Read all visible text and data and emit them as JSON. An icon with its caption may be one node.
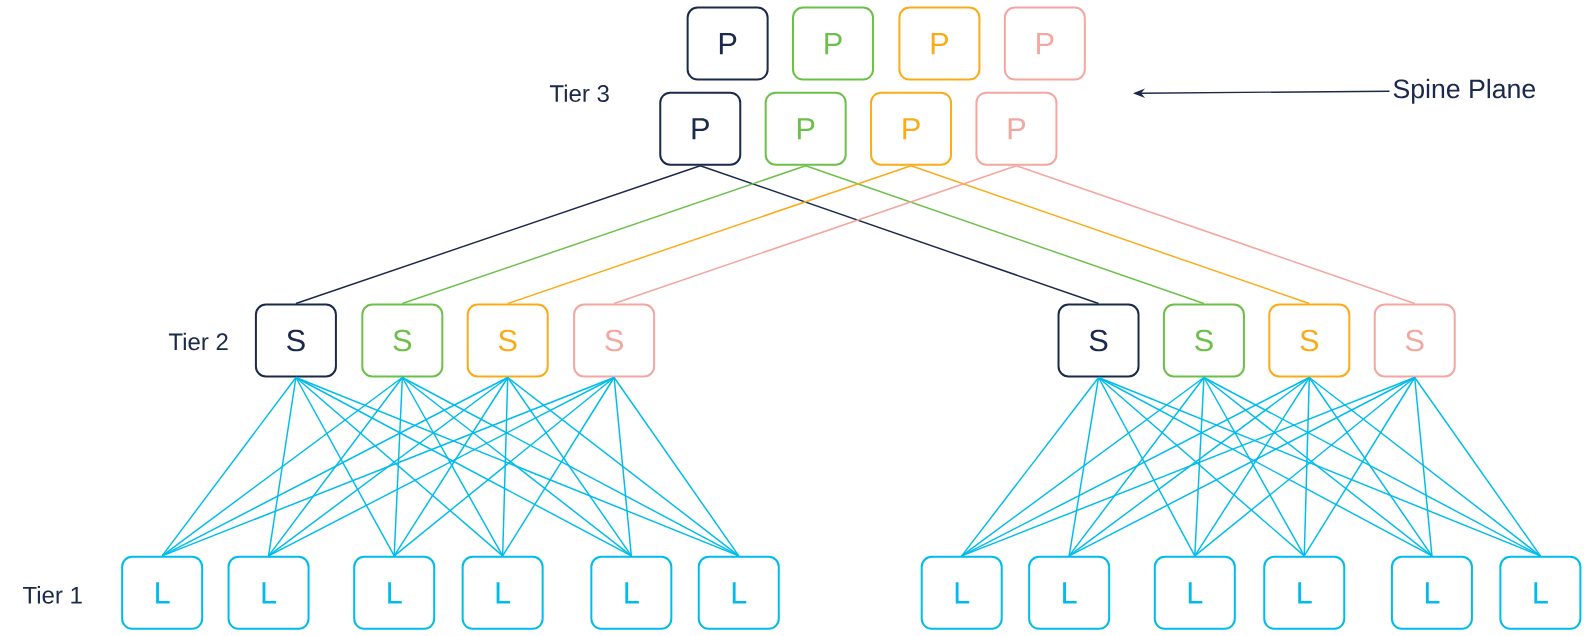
{
  "diagram": {
    "nodes": [
      {
        "text": [
          "P"
        ]
      },
      {
        "text": [
          "P"
        ]
      },
      {
        "text": [
          "P"
        ]
      },
      {
        "text": [
          "P"
        ]
      },
      {
        "text": [
          "P"
        ]
      },
      {
        "text": [
          "P"
        ]
      },
      {
        "text": [
          "P"
        ]
      },
      {
        "text": [
          "P"
        ]
      },
      {
        "text": [
          "S"
        ]
      },
      {
        "text": [
          "S"
        ]
      },
      {
        "text": [
          "S"
        ]
      },
      {
        "text": [
          "S"
        ]
      },
      {
        "text": [
          "S"
        ]
      },
      {
        "text": [
          "S"
        ]
      },
      {
        "text": [
          "S"
        ]
      },
      {
        "text": [
          "S"
        ]
      },
      {
        "text": [
          "L"
        ]
      },
      {
        "text": [
          "L"
        ]
      },
      {
        "text": [
          "L"
        ]
      },
      {
        "text": [
          "L"
        ]
      },
      {
        "text": [
          "L"
        ]
      },
      {
        "text": [
          "L"
        ]
      },
      {
        "text": [
          "L"
        ]
      },
      {
        "text": [
          "L"
        ]
      },
      {
        "text": [
          "L"
        ]
      },
      {
        "text": [
          "L"
        ]
      },
      {
        "text": [
          "L"
        ]
      },
      {
        "text": [
          "L"
        ]
      },
      {
        "text": [
          "Spine Plane"
        ]
      }
    ],
    "edges": [
      {
        "from": 4,
        "to": 8,
        "arrow": "none",
        "color": "#1b2a4a"
      },
      {
        "from": 4,
        "to": 12,
        "arrow": "none",
        "color": "#1b2a4a"
      },
      {
        "from": 5,
        "to": 9,
        "arrow": "none",
        "color": "#6cc04a"
      },
      {
        "from": 5,
        "to": 13,
        "arrow": "none",
        "color": "#6cc04a"
      },
      {
        "from": 6,
        "to": 10,
        "arrow": "none",
        "color": "#fbab18"
      },
      {
        "from": 6,
        "to": 14,
        "arrow": "none",
        "color": "#fbab18"
      },
      {
        "from": 7,
        "to": 11,
        "arrow": "none",
        "color": "#f4a6a0"
      },
      {
        "from": 7,
        "to": 15,
        "arrow": "none",
        "color": "#f4a6a0"
      },
      {
        "from": 8,
        "to": 16,
        "arrow": "none"
      },
      {
        "from": 8,
        "to": 17,
        "arrow": "none"
      },
      {
        "from": 8,
        "to": 18,
        "arrow": "none"
      },
      {
        "from": 8,
        "to": 19,
        "arrow": "none"
      },
      {
        "from": 8,
        "to": 20,
        "arrow": "none"
      },
      {
        "from": 8,
        "to": 21,
        "arrow": "none"
      },
      {
        "from": 9,
        "to": 16,
        "arrow": "none"
      },
      {
        "from": 9,
        "to": 17,
        "arrow": "none"
      },
      {
        "from": 9,
        "to": 18,
        "arrow": "none"
      },
      {
        "from": 9,
        "to": 19,
        "arrow": "none"
      },
      {
        "from": 9,
        "to": 20,
        "arrow": "none"
      },
      {
        "from": 9,
        "to": 21,
        "arrow": "none"
      },
      {
        "from": 10,
        "to": 16,
        "arrow": "none"
      },
      {
        "from": 10,
        "to": 17,
        "arrow": "none"
      },
      {
        "from": 10,
        "to": 18,
        "arrow": "none"
      },
      {
        "from": 10,
        "to": 19,
        "arrow": "none"
      },
      {
        "from": 10,
        "to": 20,
        "arrow": "none"
      },
      {
        "from": 10,
        "to": 21,
        "arrow": "none"
      },
      {
        "from": 11,
        "to": 16,
        "arrow": "none"
      },
      {
        "from": 11,
        "to": 17,
        "arrow": "none"
      },
      {
        "from": 11,
        "to": 18,
        "arrow": "none"
      },
      {
        "from": 11,
        "to": 19,
        "arrow": "none"
      },
      {
        "from": 11,
        "to": 20,
        "arrow": "none"
      },
      {
        "from": 11,
        "to": 21,
        "arrow": "none"
      },
      {
        "from": 12,
        "to": 22,
        "arrow": "none"
      },
      {
        "from": 12,
        "to": 23,
        "arrow": "none"
      },
      {
        "from": 12,
        "to": 24,
        "arrow": "none"
      },
      {
        "from": 12,
        "to": 25,
        "arrow": "none"
      },
      {
        "from": 12,
        "to": 26,
        "arrow": "none"
      },
      {
        "from": 12,
        "to": 27,
        "arrow": "none"
      },
      {
        "from": 13,
        "to": 22,
        "arrow": "none"
      },
      {
        "from": 13,
        "to": 23,
        "arrow": "none"
      },
      {
        "from": 13,
        "to": 24,
        "arrow": "none"
      },
      {
        "from": 13,
        "to": 25,
        "arrow": "none"
      },
      {
        "from": 13,
        "to": 26,
        "arrow": "none"
      },
      {
        "from": 13,
        "to": 27,
        "arrow": "none"
      },
      {
        "from": 14,
        "to": 22,
        "arrow": "none"
      },
      {
        "from": 14,
        "to": 23,
        "arrow": "none"
      },
      {
        "from": 14,
        "to": 24,
        "arrow": "none"
      },
      {
        "from": 14,
        "to": 25,
        "arrow": "none"
      },
      {
        "from": 14,
        "to": 26,
        "arrow": "none"
      },
      {
        "from": 14,
        "to": 27,
        "arrow": "none"
      },
      {
        "from": 15,
        "to": 22,
        "arrow": "none"
      },
      {
        "from": 15,
        "to": 23,
        "arrow": "none"
      },
      {
        "from": 15,
        "to": 24,
        "arrow": "none"
      },
      {
        "from": 15,
        "to": 25,
        "arrow": "none"
      },
      {
        "from": 15,
        "to": 26,
        "arrow": "none"
      },
      {
        "from": 15,
        "to": 27,
        "arrow": "none"
      },
      {
        "from": 28,
        "to": null,
        "arrow": "to",
        "color": "#1b2a4a"
      }
    ],
    "labels": [
      "Tier 3",
      "Tier 2",
      "Tier 1"
    ]
  }
}
